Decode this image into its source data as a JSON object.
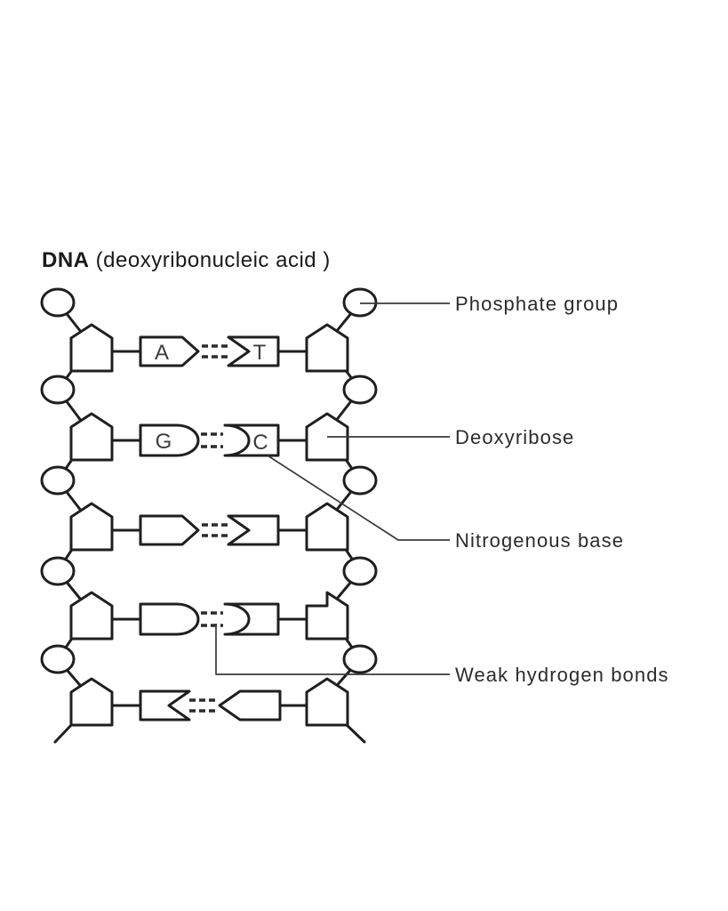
{
  "figure": {
    "title_bold": "DNA",
    "title_rest": " (deoxyribonucleic acid )",
    "base_letters": {
      "a": "A",
      "t": "T",
      "g": "G",
      "c": "C"
    },
    "labels": {
      "phosphate": "Phosphate group",
      "deoxyribose": "Deoxyribose",
      "nitrogenous_base": "Nitrogenous base",
      "hydrogen_bonds": "Weak hydrogen bonds"
    },
    "base_pairs": [
      "A-T",
      "G-C",
      "A-T",
      "G-C",
      "T-A"
    ],
    "colors": {
      "stroke": "#1f1f1f",
      "leader_line": "#3a3a3a",
      "label_text": "#2b2b2b",
      "background": "#ffffff"
    }
  }
}
